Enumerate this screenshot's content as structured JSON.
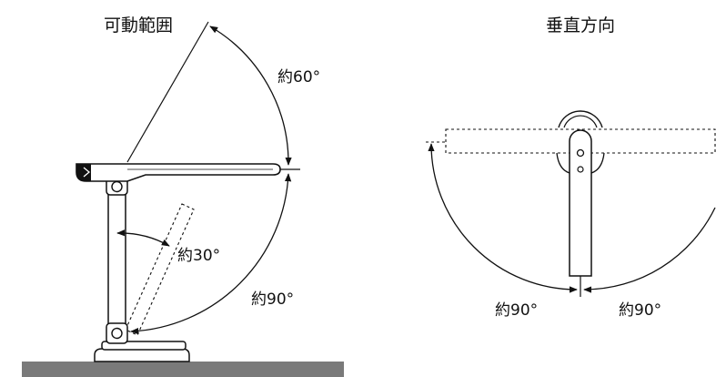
{
  "left_diagram": {
    "title": "可動範囲",
    "angle_top": "約60°",
    "angle_inner": "約30°",
    "angle_bottom": "約90°"
  },
  "right_diagram": {
    "title": "垂直方向",
    "angle_left": "約90°",
    "angle_right": "約90°"
  }
}
